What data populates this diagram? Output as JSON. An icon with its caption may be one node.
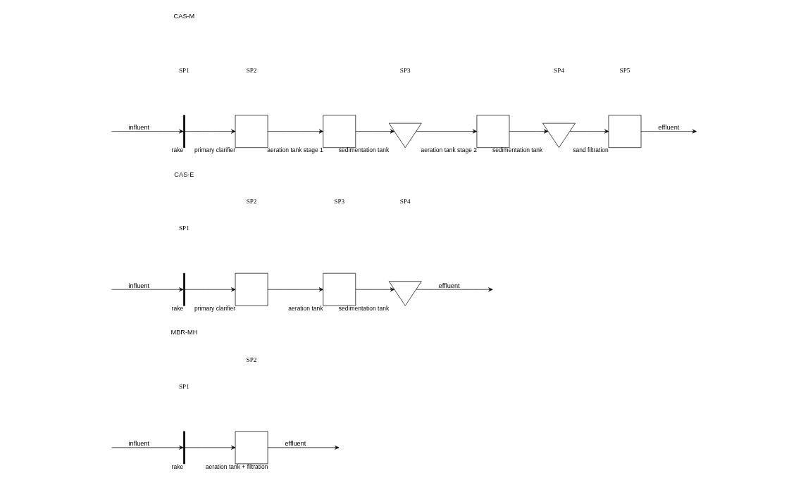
{
  "diagram": {
    "nodes": [
      {
        "text": [],
        "shape": "bar",
        "beside": [
          "rake"
        ]
      },
      {
        "text": [],
        "shape": "box",
        "beside": [
          "aeration tank + filtration"
        ]
      },
      {
        "text": [],
        "shape": "bar",
        "beside": [
          "rake"
        ]
      },
      {
        "text": [],
        "shape": "box",
        "beside": [
          "primary clarifier"
        ]
      },
      {
        "text": [],
        "shape": "box",
        "beside": [
          "aeration tank"
        ]
      },
      {
        "text": [],
        "shape": "triangle",
        "beside": [
          "sedimentation tank"
        ]
      },
      {
        "text": [],
        "shape": "bar",
        "beside": [
          "rake"
        ]
      },
      {
        "text": [],
        "shape": "box",
        "beside": [
          "primary clarifier"
        ]
      },
      {
        "text": [],
        "shape": "box",
        "beside": [
          "aeration tank stage 1"
        ]
      },
      {
        "text": [],
        "shape": "triangle",
        "beside": [
          "sedimentation tank"
        ]
      },
      {
        "text": [],
        "shape": "box",
        "beside": [
          "aeration tank stage 2"
        ]
      },
      {
        "text": [],
        "shape": "triangle",
        "beside": [
          "sedimentation tank"
        ]
      },
      {
        "text": [],
        "shape": "box",
        "beside": [
          "sand filtration"
        ]
      }
    ],
    "edges": [
      {
        "from": null,
        "to": 0,
        "arrow": "to",
        "label": "influent"
      },
      {
        "from": 0,
        "to": 1,
        "arrow": "to"
      },
      {
        "from": 1,
        "to": null,
        "arrow": "to",
        "label": "effluent"
      },
      {
        "from": null,
        "to": 2,
        "arrow": "to",
        "label": "influent"
      },
      {
        "from": 2,
        "to": 3,
        "arrow": "to"
      },
      {
        "from": 3,
        "to": 4,
        "arrow": "to"
      },
      {
        "from": 4,
        "to": 5,
        "arrow": "to"
      },
      {
        "from": 5,
        "to": null,
        "arrow": "to",
        "label": "effluent"
      },
      {
        "from": null,
        "to": 6,
        "arrow": "to",
        "label": "influent"
      },
      {
        "from": 6,
        "to": 7,
        "arrow": "to"
      },
      {
        "from": 7,
        "to": 8,
        "arrow": "to"
      },
      {
        "from": 8,
        "to": 9,
        "arrow": "to"
      },
      {
        "from": 9,
        "to": 10,
        "arrow": "to"
      },
      {
        "from": 10,
        "to": 11,
        "arrow": "to"
      },
      {
        "from": 11,
        "to": 12,
        "arrow": "to"
      },
      {
        "from": 12,
        "to": null,
        "arrow": "to",
        "label": "effluent"
      }
    ],
    "labels": [
      "MBR-MH",
      "SP1",
      "SP2",
      "CAS-E",
      "SP1",
      "SP2",
      "SP3",
      "SP4",
      "CAS-M",
      "SP1",
      "SP2",
      "SP3",
      "SP4",
      "SP5"
    ]
  }
}
